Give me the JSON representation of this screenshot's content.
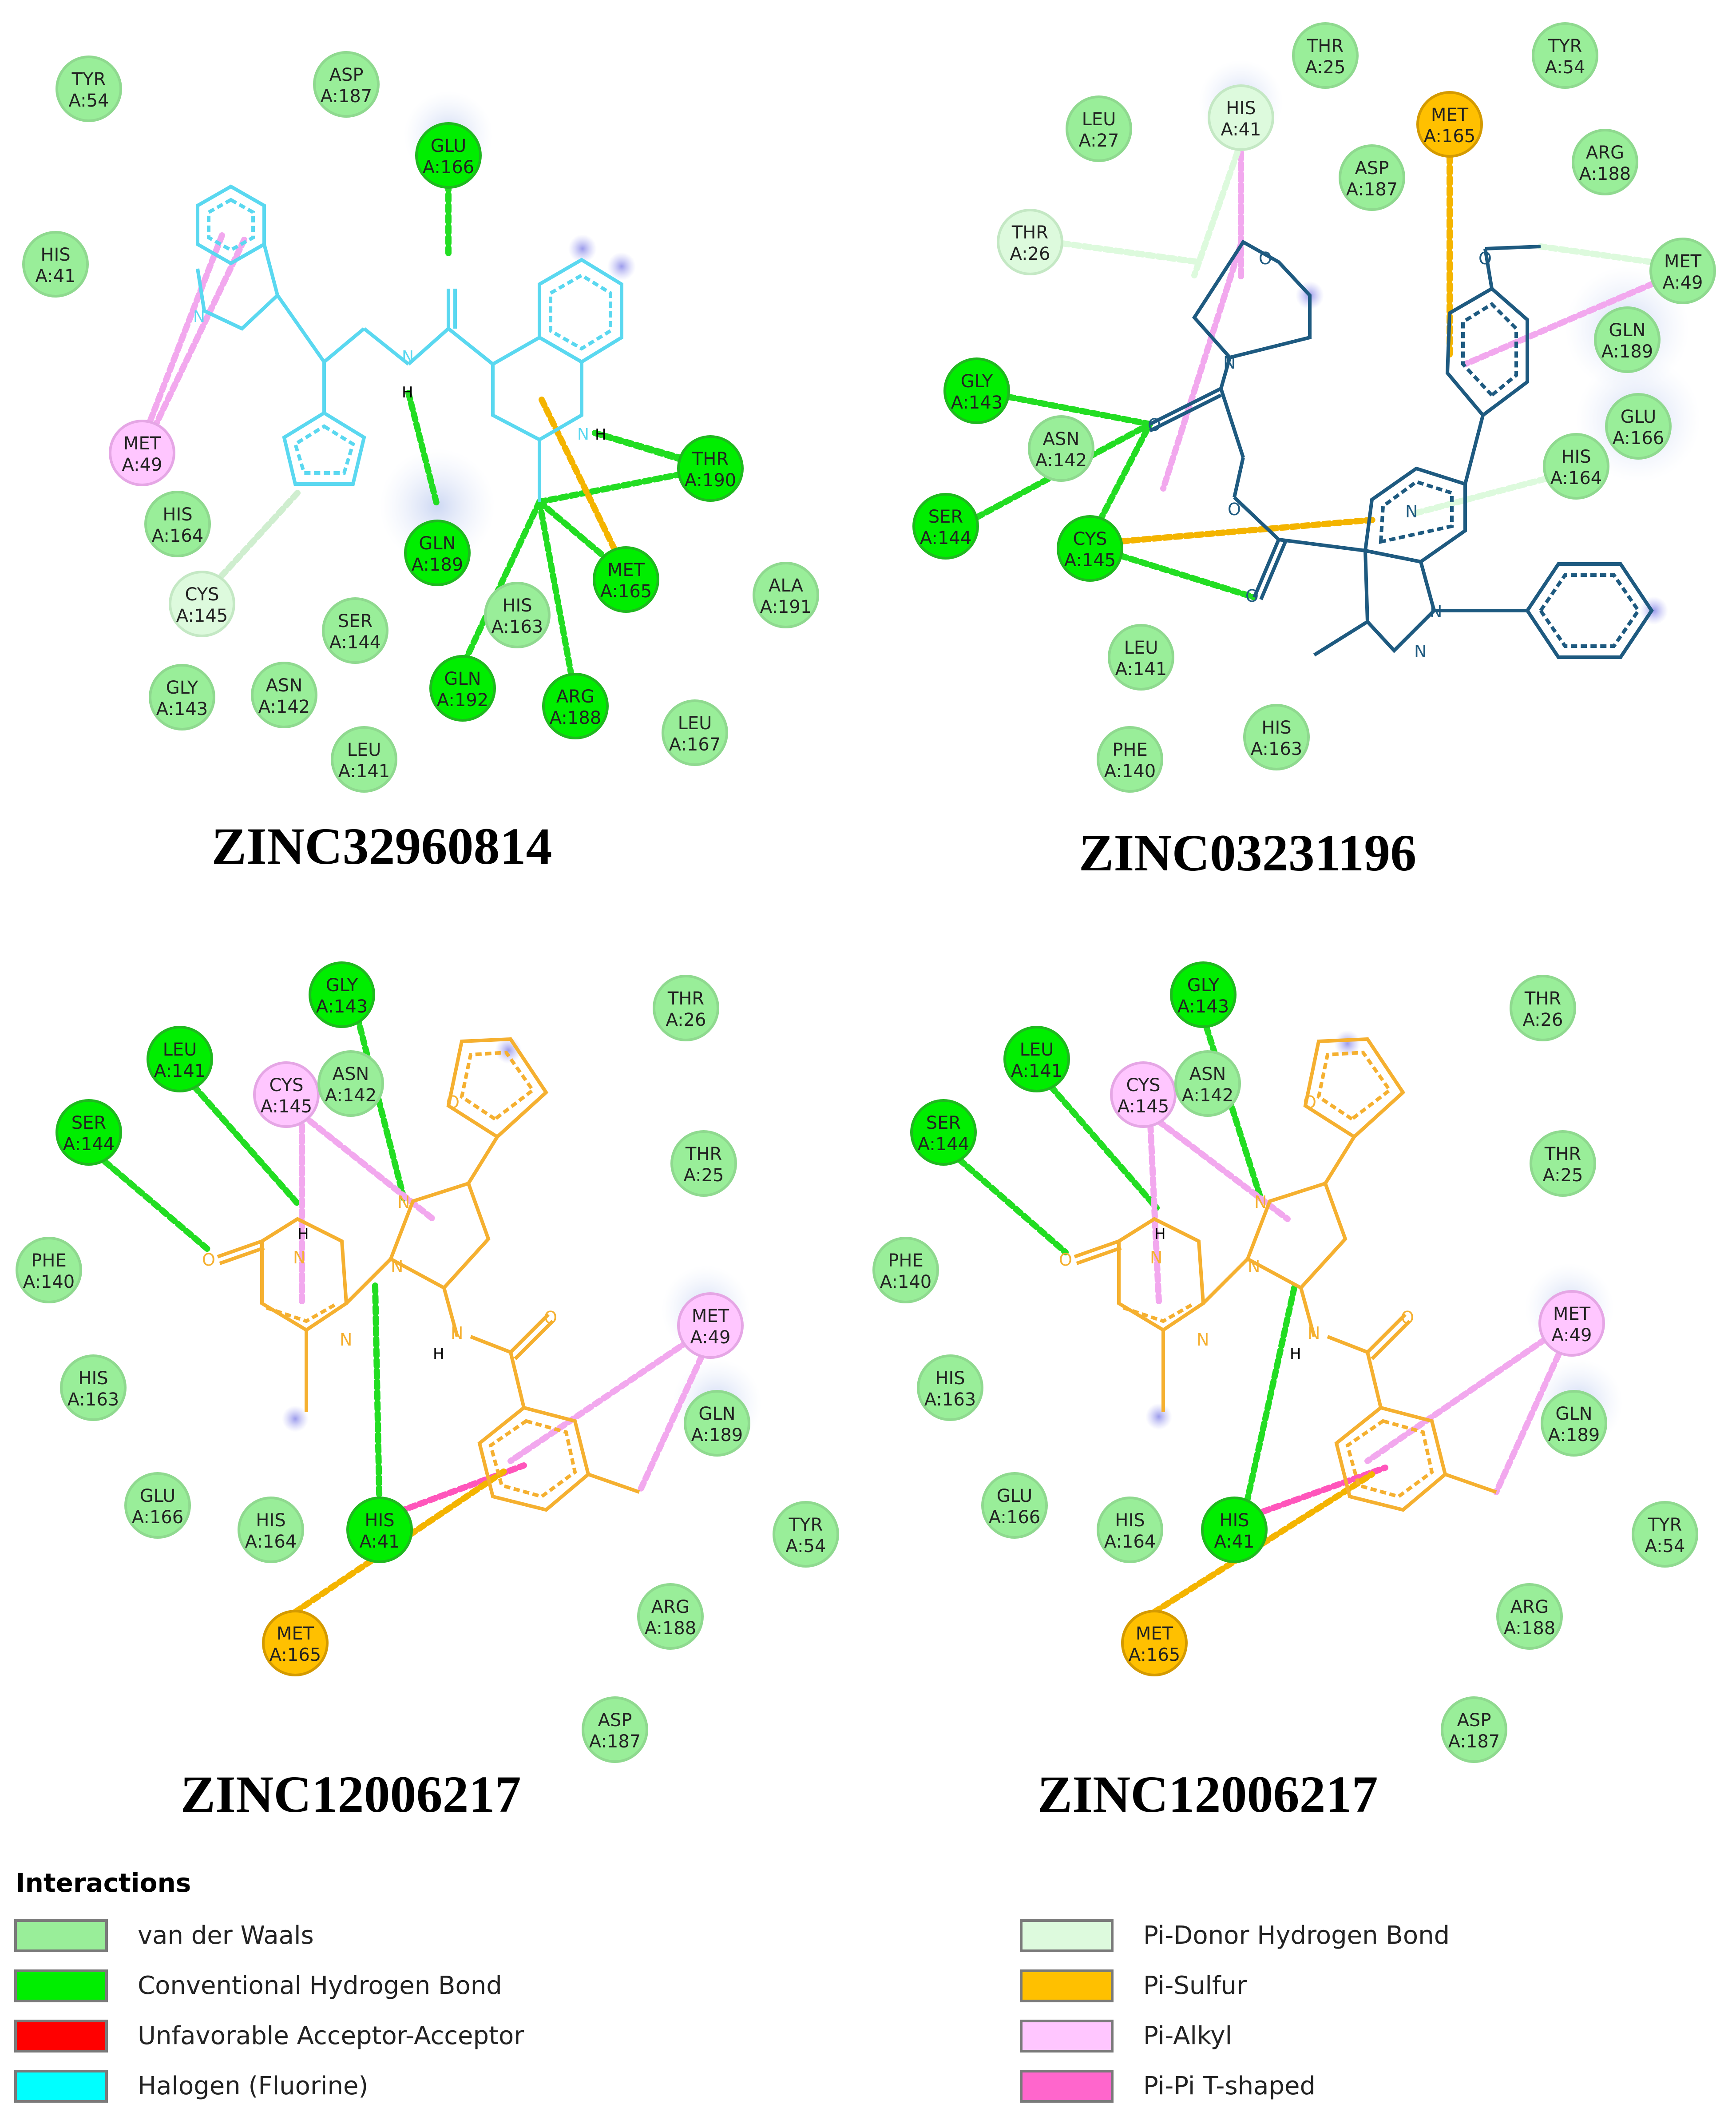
{
  "legend": {
    "title": "Interactions",
    "items": [
      {
        "key": "vdw",
        "label": "van der Waals",
        "color": "#99ee99"
      },
      {
        "key": "hb",
        "label": "Conventional Hydrogen Bond",
        "color": "#00ee00"
      },
      {
        "key": "unfav",
        "label": "Unfavorable Acceptor-Acceptor",
        "color": "#ff0000"
      },
      {
        "key": "halogen",
        "label": "Halogen (Fluorine)",
        "color": "#00ffff"
      },
      {
        "key": "pidonor",
        "label": "Pi-Donor Hydrogen Bond",
        "color": "#ddfadd"
      },
      {
        "key": "pisulfur",
        "label": "Pi-Sulfur",
        "color": "#ffc000"
      },
      {
        "key": "pialkyl",
        "label": "Pi-Alkyl",
        "color": "#ffc6ff"
      },
      {
        "key": "pipi",
        "label": "Pi-Pi T-shaped",
        "color": "#ff66cc"
      }
    ]
  },
  "panels": [
    {
      "title": "ZINC32960814",
      "ligand_color": "#5ad8f0",
      "residues": [
        {
          "name": "TYR",
          "id": "A:54",
          "type": "vdw"
        },
        {
          "name": "ASP",
          "id": "A:187",
          "type": "vdw"
        },
        {
          "name": "GLU",
          "id": "A:166",
          "type": "hb"
        },
        {
          "name": "HIS",
          "id": "A:41",
          "type": "vdw"
        },
        {
          "name": "MET",
          "id": "A:49",
          "type": "pialkyl"
        },
        {
          "name": "HIS",
          "id": "A:164",
          "type": "vdw"
        },
        {
          "name": "GLN",
          "id": "A:189",
          "type": "hb"
        },
        {
          "name": "THR",
          "id": "A:190",
          "type": "hb"
        },
        {
          "name": "MET",
          "id": "A:165",
          "type": "hb"
        },
        {
          "name": "ALA",
          "id": "A:191",
          "type": "vdw"
        },
        {
          "name": "CYS",
          "id": "A:145",
          "type": "pidonor"
        },
        {
          "name": "SER",
          "id": "A:144",
          "type": "vdw"
        },
        {
          "name": "HIS",
          "id": "A:163",
          "type": "vdw"
        },
        {
          "name": "GLY",
          "id": "A:143",
          "type": "vdw"
        },
        {
          "name": "ASN",
          "id": "A:142",
          "type": "vdw"
        },
        {
          "name": "GLN",
          "id": "A:192",
          "type": "hb"
        },
        {
          "name": "ARG",
          "id": "A:188",
          "type": "hb"
        },
        {
          "name": "LEU",
          "id": "A:167",
          "type": "vdw"
        },
        {
          "name": "LEU",
          "id": "A:141",
          "type": "vdw"
        }
      ],
      "atoms": [
        {
          "label": "N"
        },
        {
          "label": "H"
        },
        {
          "label": "N"
        },
        {
          "label": "H"
        }
      ]
    },
    {
      "title": "ZINC03231196",
      "ligand_color": "#1e5a80",
      "residues": [
        {
          "name": "THR",
          "id": "A:25",
          "type": "vdw"
        },
        {
          "name": "TYR",
          "id": "A:54",
          "type": "vdw"
        },
        {
          "name": "LEU",
          "id": "A:27",
          "type": "vdw"
        },
        {
          "name": "HIS",
          "id": "A:41",
          "type": "pidonor"
        },
        {
          "name": "MET",
          "id": "A:165",
          "type": "pisulfur"
        },
        {
          "name": "ARG",
          "id": "A:188",
          "type": "vdw"
        },
        {
          "name": "ASP",
          "id": "A:187",
          "type": "vdw"
        },
        {
          "name": "THR",
          "id": "A:26",
          "type": "pidonor"
        },
        {
          "name": "MET",
          "id": "A:49",
          "type": "vdw"
        },
        {
          "name": "GLN",
          "id": "A:189",
          "type": "vdw"
        },
        {
          "name": "GLY",
          "id": "A:143",
          "type": "hb"
        },
        {
          "name": "GLU",
          "id": "A:166",
          "type": "vdw"
        },
        {
          "name": "ASN",
          "id": "A:142",
          "type": "vdw"
        },
        {
          "name": "HIS",
          "id": "A:164",
          "type": "vdw"
        },
        {
          "name": "SER",
          "id": "A:144",
          "type": "hb"
        },
        {
          "name": "CYS",
          "id": "A:145",
          "type": "hb"
        },
        {
          "name": "LEU",
          "id": "A:141",
          "type": "vdw"
        },
        {
          "name": "HIS",
          "id": "A:163",
          "type": "vdw"
        },
        {
          "name": "PHE",
          "id": "A:140",
          "type": "vdw"
        }
      ],
      "atoms": [
        {
          "label": "O"
        },
        {
          "label": "N"
        },
        {
          "label": "O"
        },
        {
          "label": "O"
        },
        {
          "label": "O"
        },
        {
          "label": "O"
        },
        {
          "label": "O"
        },
        {
          "label": "N"
        },
        {
          "label": "N"
        },
        {
          "label": "N"
        }
      ]
    },
    {
      "title": "ZINC12006217",
      "ligand_color": "#f5b030",
      "residues": [
        {
          "name": "GLY",
          "id": "A:143",
          "type": "hb"
        },
        {
          "name": "THR",
          "id": "A:26",
          "type": "vdw"
        },
        {
          "name": "LEU",
          "id": "A:141",
          "type": "hb"
        },
        {
          "name": "CYS",
          "id": "A:145",
          "type": "pialkyl"
        },
        {
          "name": "ASN",
          "id": "A:142",
          "type": "vdw"
        },
        {
          "name": "SER",
          "id": "A:144",
          "type": "hb"
        },
        {
          "name": "THR",
          "id": "A:25",
          "type": "vdw"
        },
        {
          "name": "PHE",
          "id": "A:140",
          "type": "vdw"
        },
        {
          "name": "MET",
          "id": "A:49",
          "type": "pialkyl"
        },
        {
          "name": "HIS",
          "id": "A:163",
          "type": "vdw"
        },
        {
          "name": "GLN",
          "id": "A:189",
          "type": "vdw"
        },
        {
          "name": "GLU",
          "id": "A:166",
          "type": "vdw"
        },
        {
          "name": "HIS",
          "id": "A:164",
          "type": "vdw"
        },
        {
          "name": "HIS",
          "id": "A:41",
          "type": "hb"
        },
        {
          "name": "TYR",
          "id": "A:54",
          "type": "vdw"
        },
        {
          "name": "MET",
          "id": "A:165",
          "type": "pisulfur"
        },
        {
          "name": "ARG",
          "id": "A:188",
          "type": "vdw"
        },
        {
          "name": "ASP",
          "id": "A:187",
          "type": "vdw"
        }
      ],
      "atoms": [
        {
          "label": "O"
        },
        {
          "label": "N"
        },
        {
          "label": "N"
        },
        {
          "label": "H"
        },
        {
          "label": "N"
        },
        {
          "label": "N"
        },
        {
          "label": "O"
        },
        {
          "label": "N"
        },
        {
          "label": "H"
        },
        {
          "label": "O"
        }
      ]
    },
    {
      "title": "ZINC12006217",
      "ligand_color": "#f5b030",
      "residues": [
        {
          "name": "GLY",
          "id": "A:143",
          "type": "hb"
        },
        {
          "name": "THR",
          "id": "A:26",
          "type": "vdw"
        },
        {
          "name": "LEU",
          "id": "A:141",
          "type": "hb"
        },
        {
          "name": "CYS",
          "id": "A:145",
          "type": "pialkyl"
        },
        {
          "name": "ASN",
          "id": "A:142",
          "type": "vdw"
        },
        {
          "name": "SER",
          "id": "A:144",
          "type": "hb"
        },
        {
          "name": "THR",
          "id": "A:25",
          "type": "vdw"
        },
        {
          "name": "PHE",
          "id": "A:140",
          "type": "vdw"
        },
        {
          "name": "MET",
          "id": "A:49",
          "type": "pialkyl"
        },
        {
          "name": "HIS",
          "id": "A:163",
          "type": "vdw"
        },
        {
          "name": "GLN",
          "id": "A:189",
          "type": "vdw"
        },
        {
          "name": "GLU",
          "id": "A:166",
          "type": "vdw"
        },
        {
          "name": "HIS",
          "id": "A:164",
          "type": "vdw"
        },
        {
          "name": "HIS",
          "id": "A:41",
          "type": "hb"
        },
        {
          "name": "TYR",
          "id": "A:54",
          "type": "vdw"
        },
        {
          "name": "MET",
          "id": "A:165",
          "type": "pisulfur"
        },
        {
          "name": "ARG",
          "id": "A:188",
          "type": "vdw"
        },
        {
          "name": "ASP",
          "id": "A:187",
          "type": "vdw"
        }
      ],
      "atoms": [
        {
          "label": "O"
        },
        {
          "label": "N"
        },
        {
          "label": "N"
        },
        {
          "label": "H"
        },
        {
          "label": "N"
        },
        {
          "label": "N"
        },
        {
          "label": "O"
        },
        {
          "label": "N"
        },
        {
          "label": "H"
        },
        {
          "label": "O"
        }
      ]
    }
  ]
}
